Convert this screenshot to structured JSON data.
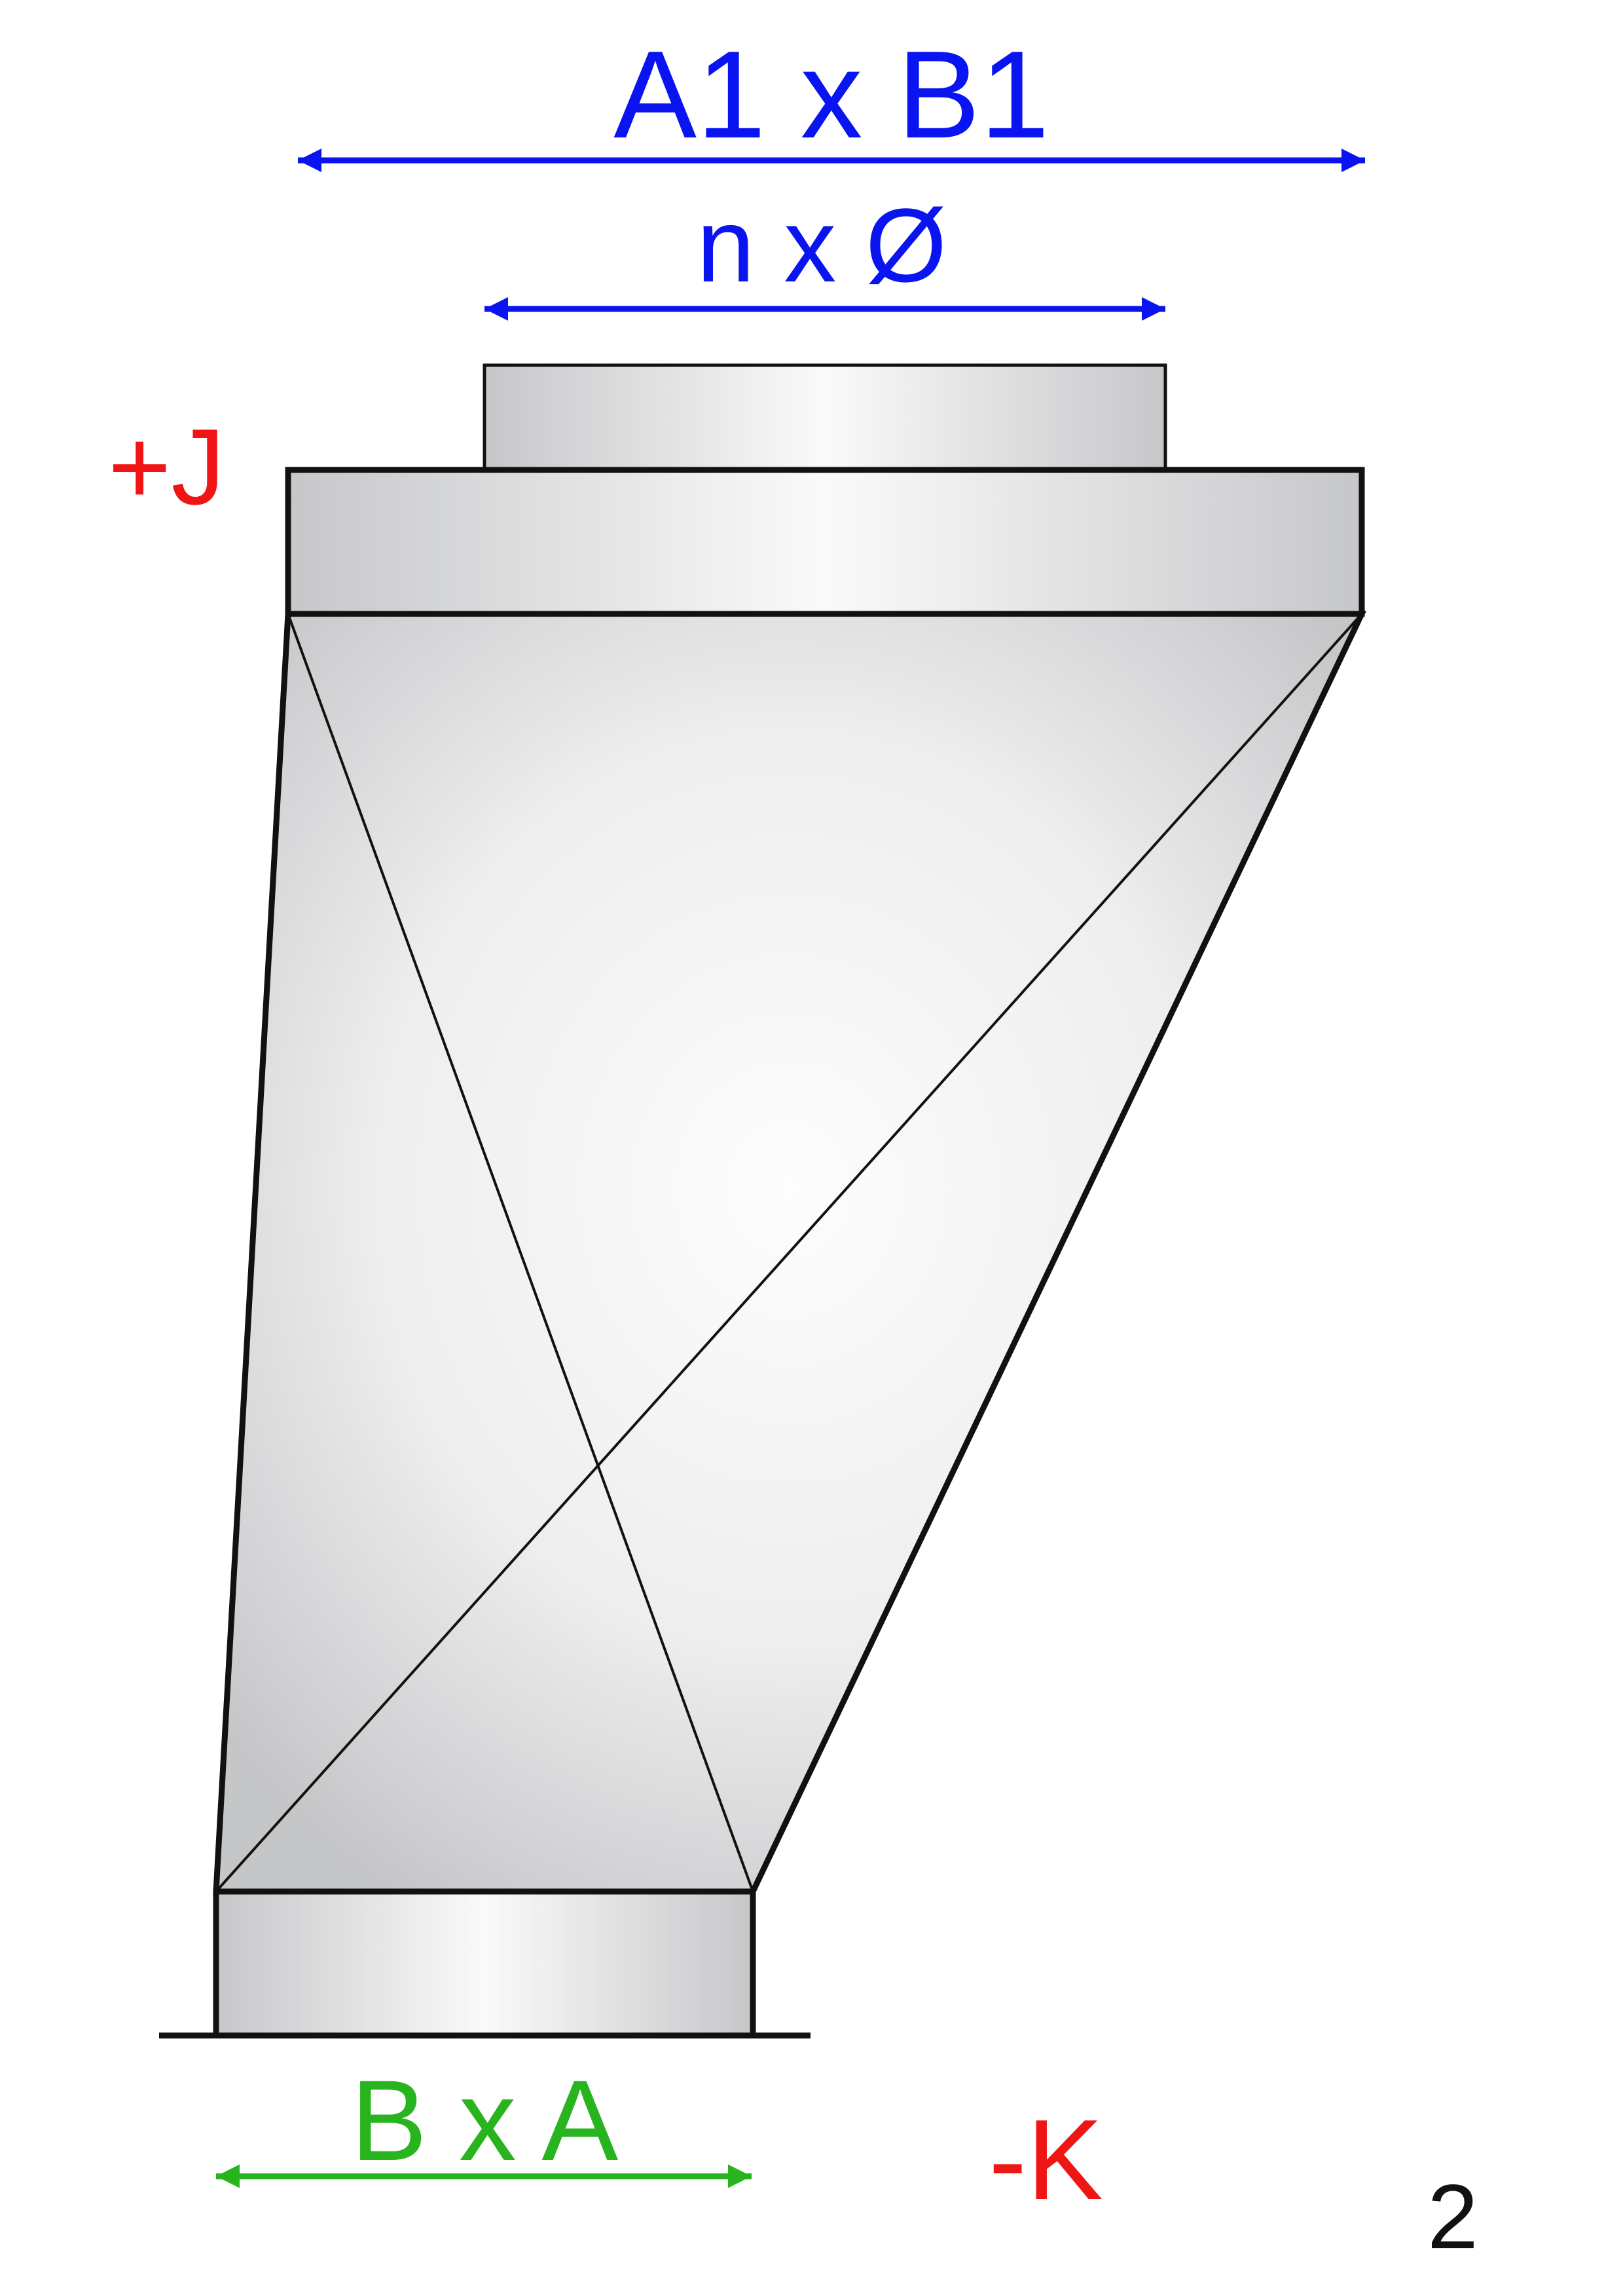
{
  "labels": {
    "top_dimension": "A1 x B1",
    "round_dimension": "n x Ø",
    "bottom_dimension": "B x A",
    "offset_positive": "+J",
    "offset_negative": "-K",
    "variant_number": "2"
  },
  "colors": {
    "top_dimension": "#0a14f0",
    "round_dimension": "#0a14f0",
    "bottom_dimension": "#28b41e",
    "offsets": "#f01414",
    "variant_number": "#111111",
    "outline": "#111111",
    "fill_light": "#fafafa",
    "fill_dark": "#c6c7c9"
  }
}
